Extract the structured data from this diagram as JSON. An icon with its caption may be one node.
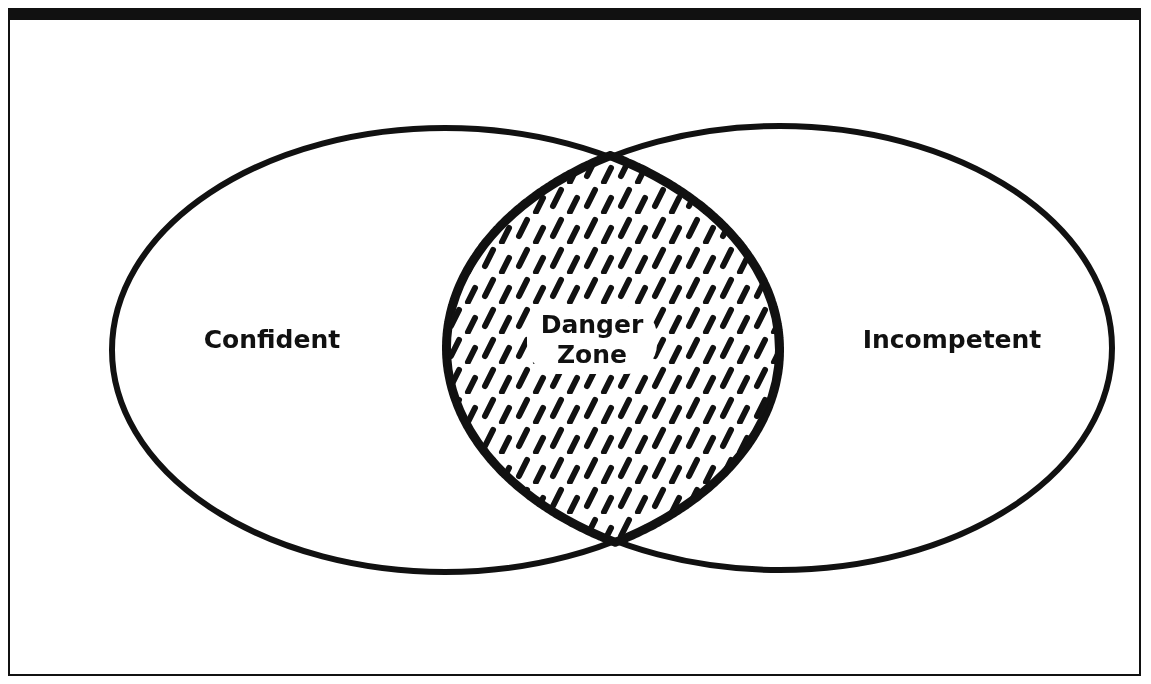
{
  "diagram": {
    "nodes": [
      {
        "text": [
          "Confident"
        ]
      },
      {
        "text": [
          "Incompetent"
        ]
      },
      {
        "text": [
          "Danger Zone"
        ]
      }
    ],
    "edges": []
  }
}
